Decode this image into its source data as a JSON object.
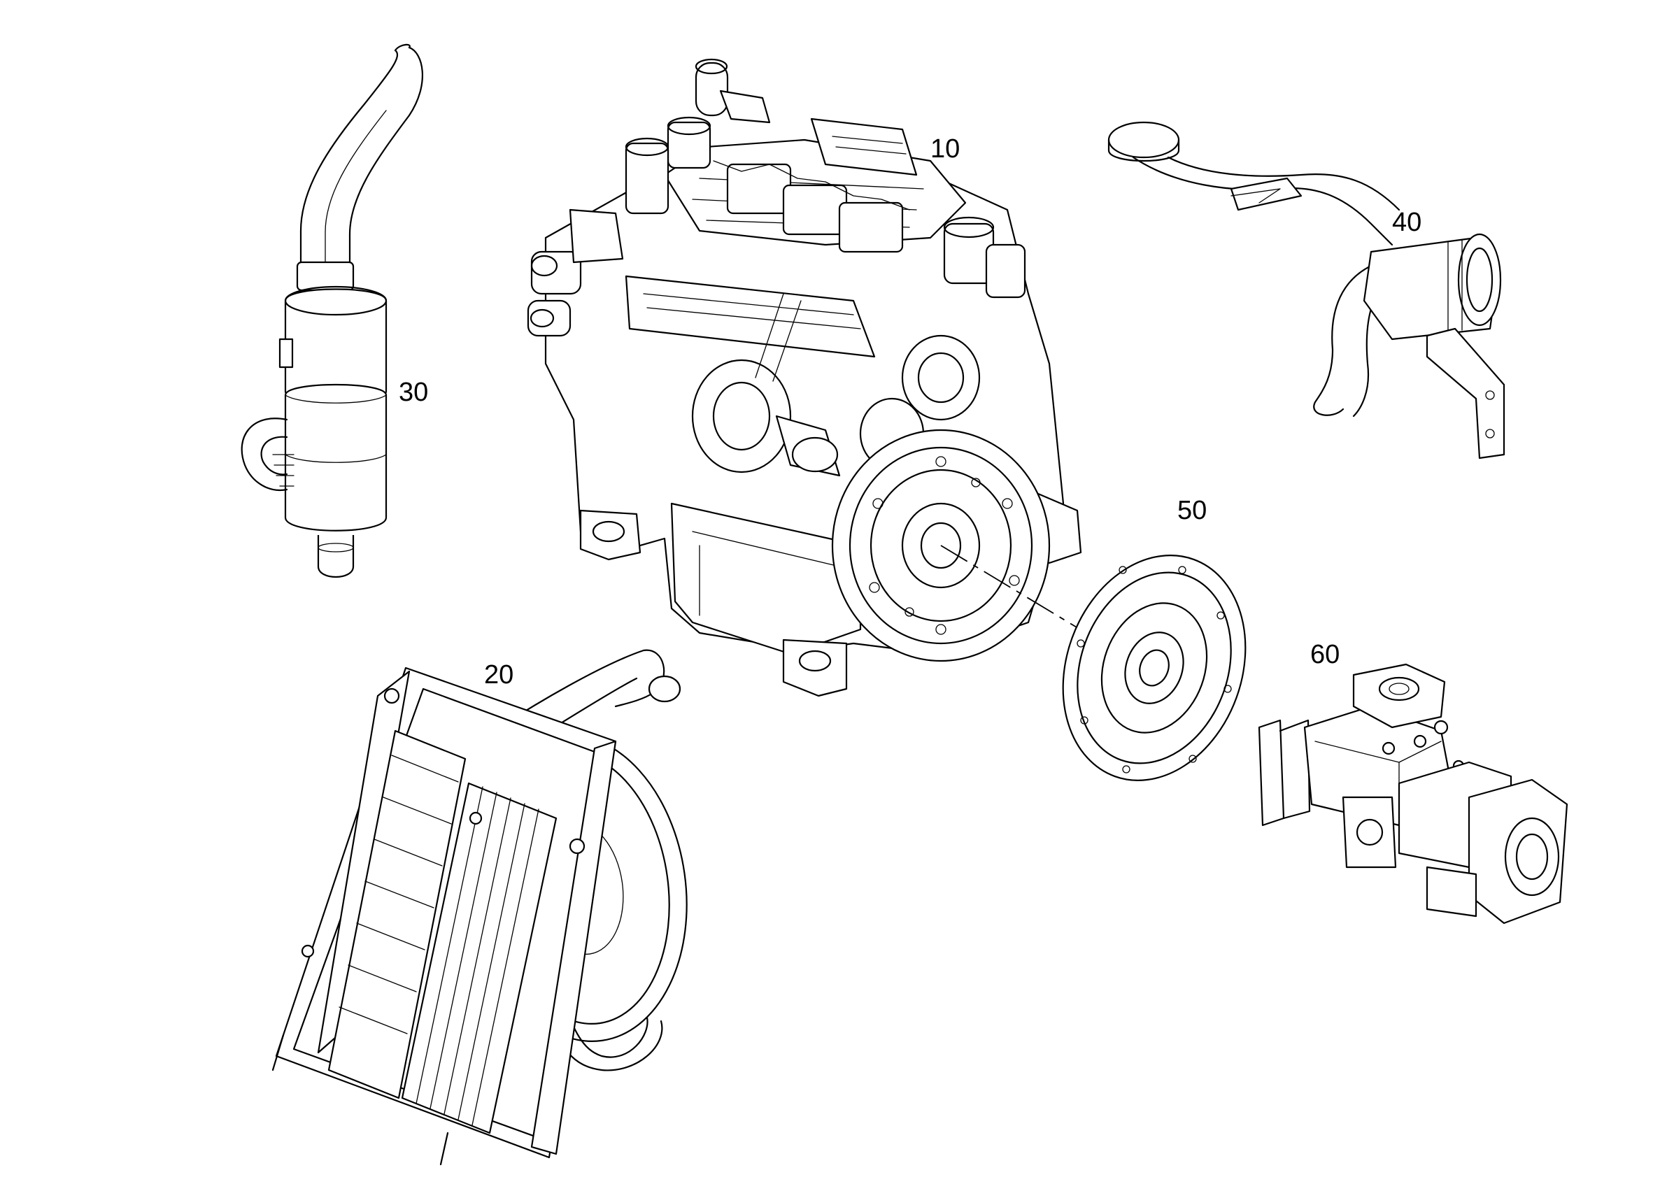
{
  "callouts": {
    "engine": "10",
    "radiator": "20",
    "muffler": "30",
    "air_intake": "40",
    "flex_plate": "50",
    "hydraulic_pump": "60"
  }
}
